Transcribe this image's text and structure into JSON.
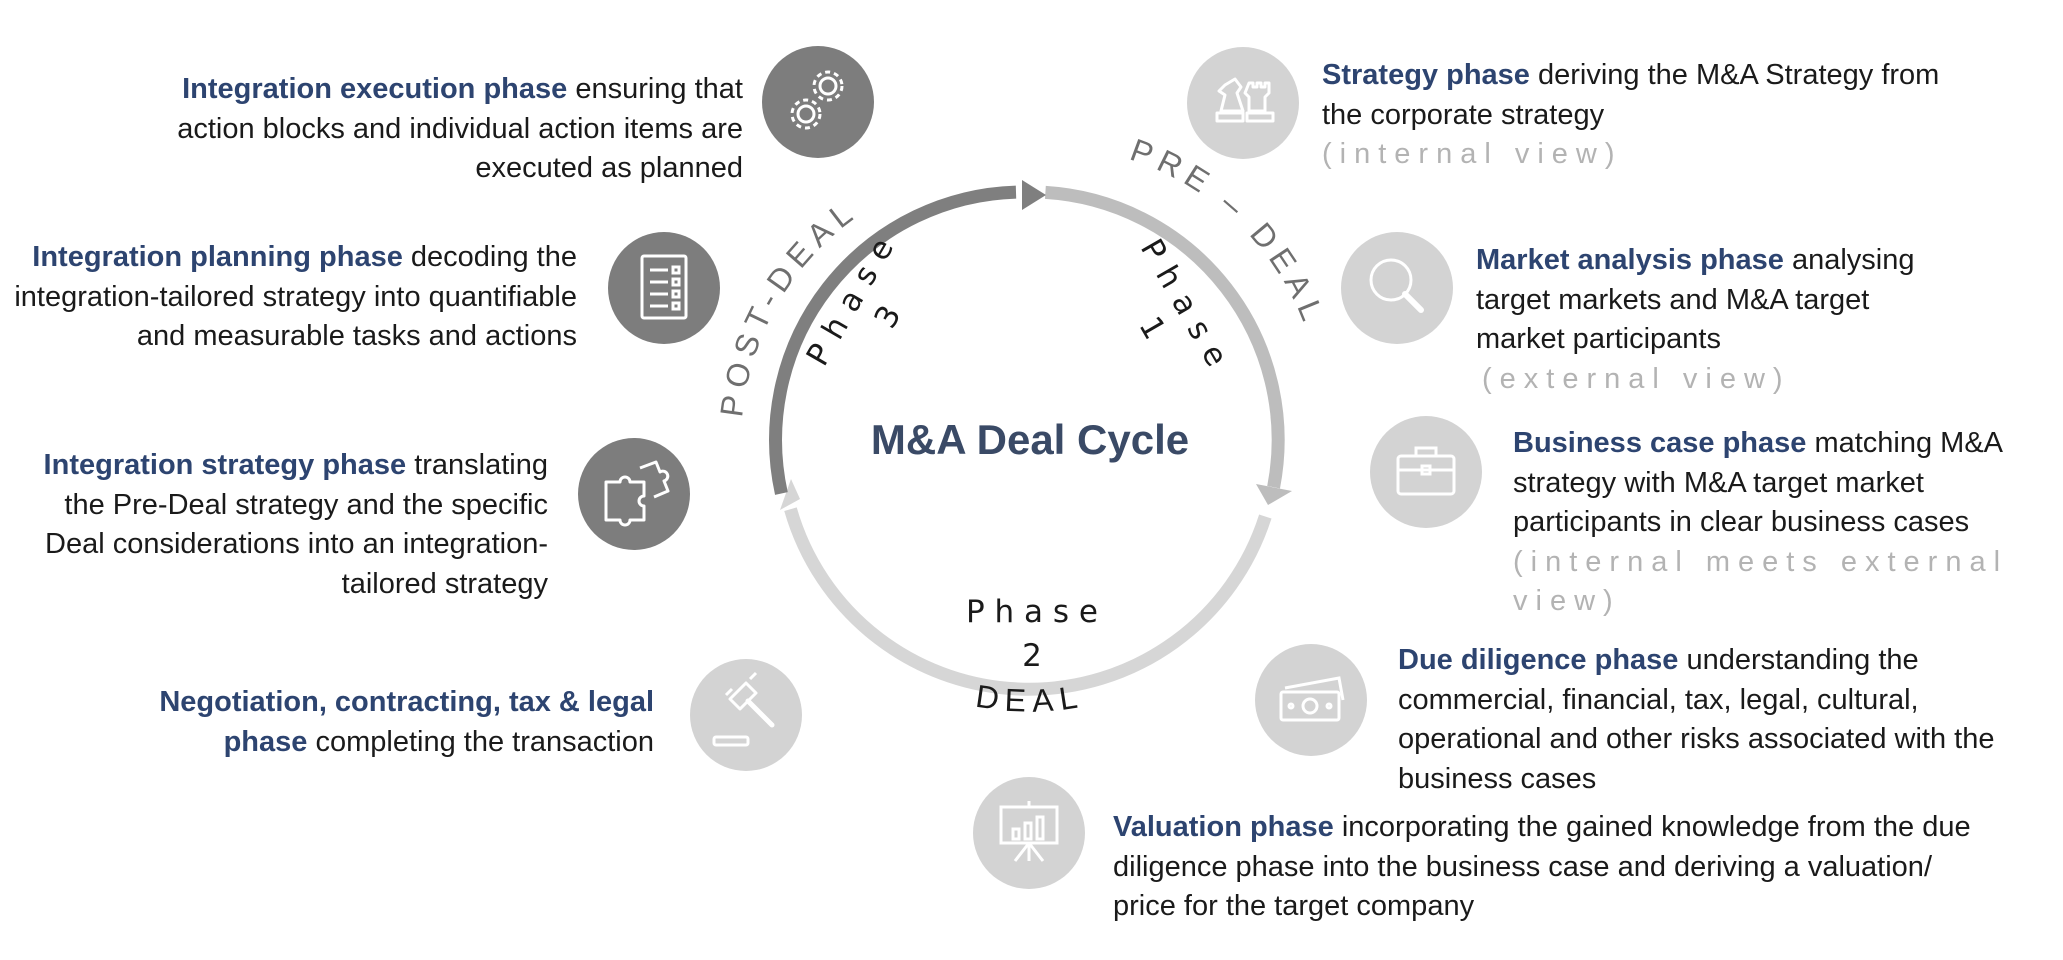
{
  "center_title": "M&A Deal Cycle",
  "arcs": {
    "pre_deal": "PRE – DEAL",
    "deal": "DEAL",
    "post_deal": "POST-DEAL",
    "phase1_word": "Phase",
    "phase1_num": "1",
    "phase2_word": "P h a s e",
    "phase2_num": "2",
    "phase3_word": "Phase",
    "phase3_num": "3"
  },
  "phases": {
    "strategy": {
      "title": "Strategy phase",
      "text": " deriving the M&A Strategy from the corporate strategy",
      "view": "(internal view)",
      "icon": "chess-icon"
    },
    "market": {
      "title": "Market analysis phase",
      "text": " analysing target markets and M&A target market participants",
      "view": "(external view)",
      "icon": "magnifier-icon"
    },
    "business_case": {
      "title": "Business case phase",
      "text": " matching M&A strategy with M&A target market participants in clear  business cases",
      "view": "(internal meets external view)",
      "icon": "briefcase-icon"
    },
    "due_diligence": {
      "title": "Due diligence phase",
      "text": " understanding the commercial, financial, tax, legal, cultural, operational and other risks associated with the business cases",
      "icon": "banknotes-icon"
    },
    "valuation": {
      "title": "Valuation phase",
      "text": " incorporating the gained knowledge from the due diligence phase into the business case and deriving a valuation/ price for the target company",
      "icon": "presentation-chart-icon"
    },
    "negotiation": {
      "title": "Negotiation, contracting, tax & legal phase",
      "text": " completing the transaction",
      "icon": "gavel-icon"
    },
    "integration_strategy": {
      "title": "Integration strategy phase",
      "text": " translating the Pre-Deal strategy and the specific Deal considerations into an integration-tailored strategy",
      "icon": "puzzle-icon"
    },
    "integration_planning": {
      "title": "Integration planning phase",
      "text": " decoding the integration-tailored strategy into quantifiable and measurable tasks and actions",
      "icon": "checklist-icon"
    },
    "integration_execution": {
      "title": "Integration execution phase",
      "text": " ensuring that action blocks and individual action items are executed as planned",
      "icon": "gears-icon"
    }
  },
  "colors": {
    "title_blue": "#2d4470",
    "dark_grey": "#7d7d7d",
    "light_grey": "#d3d3d3",
    "arc_pre": "#bdbdbd",
    "arc_deal": "#d6d6d6",
    "arc_post": "#7f7f7f",
    "view_text": "#b3b3b3"
  }
}
